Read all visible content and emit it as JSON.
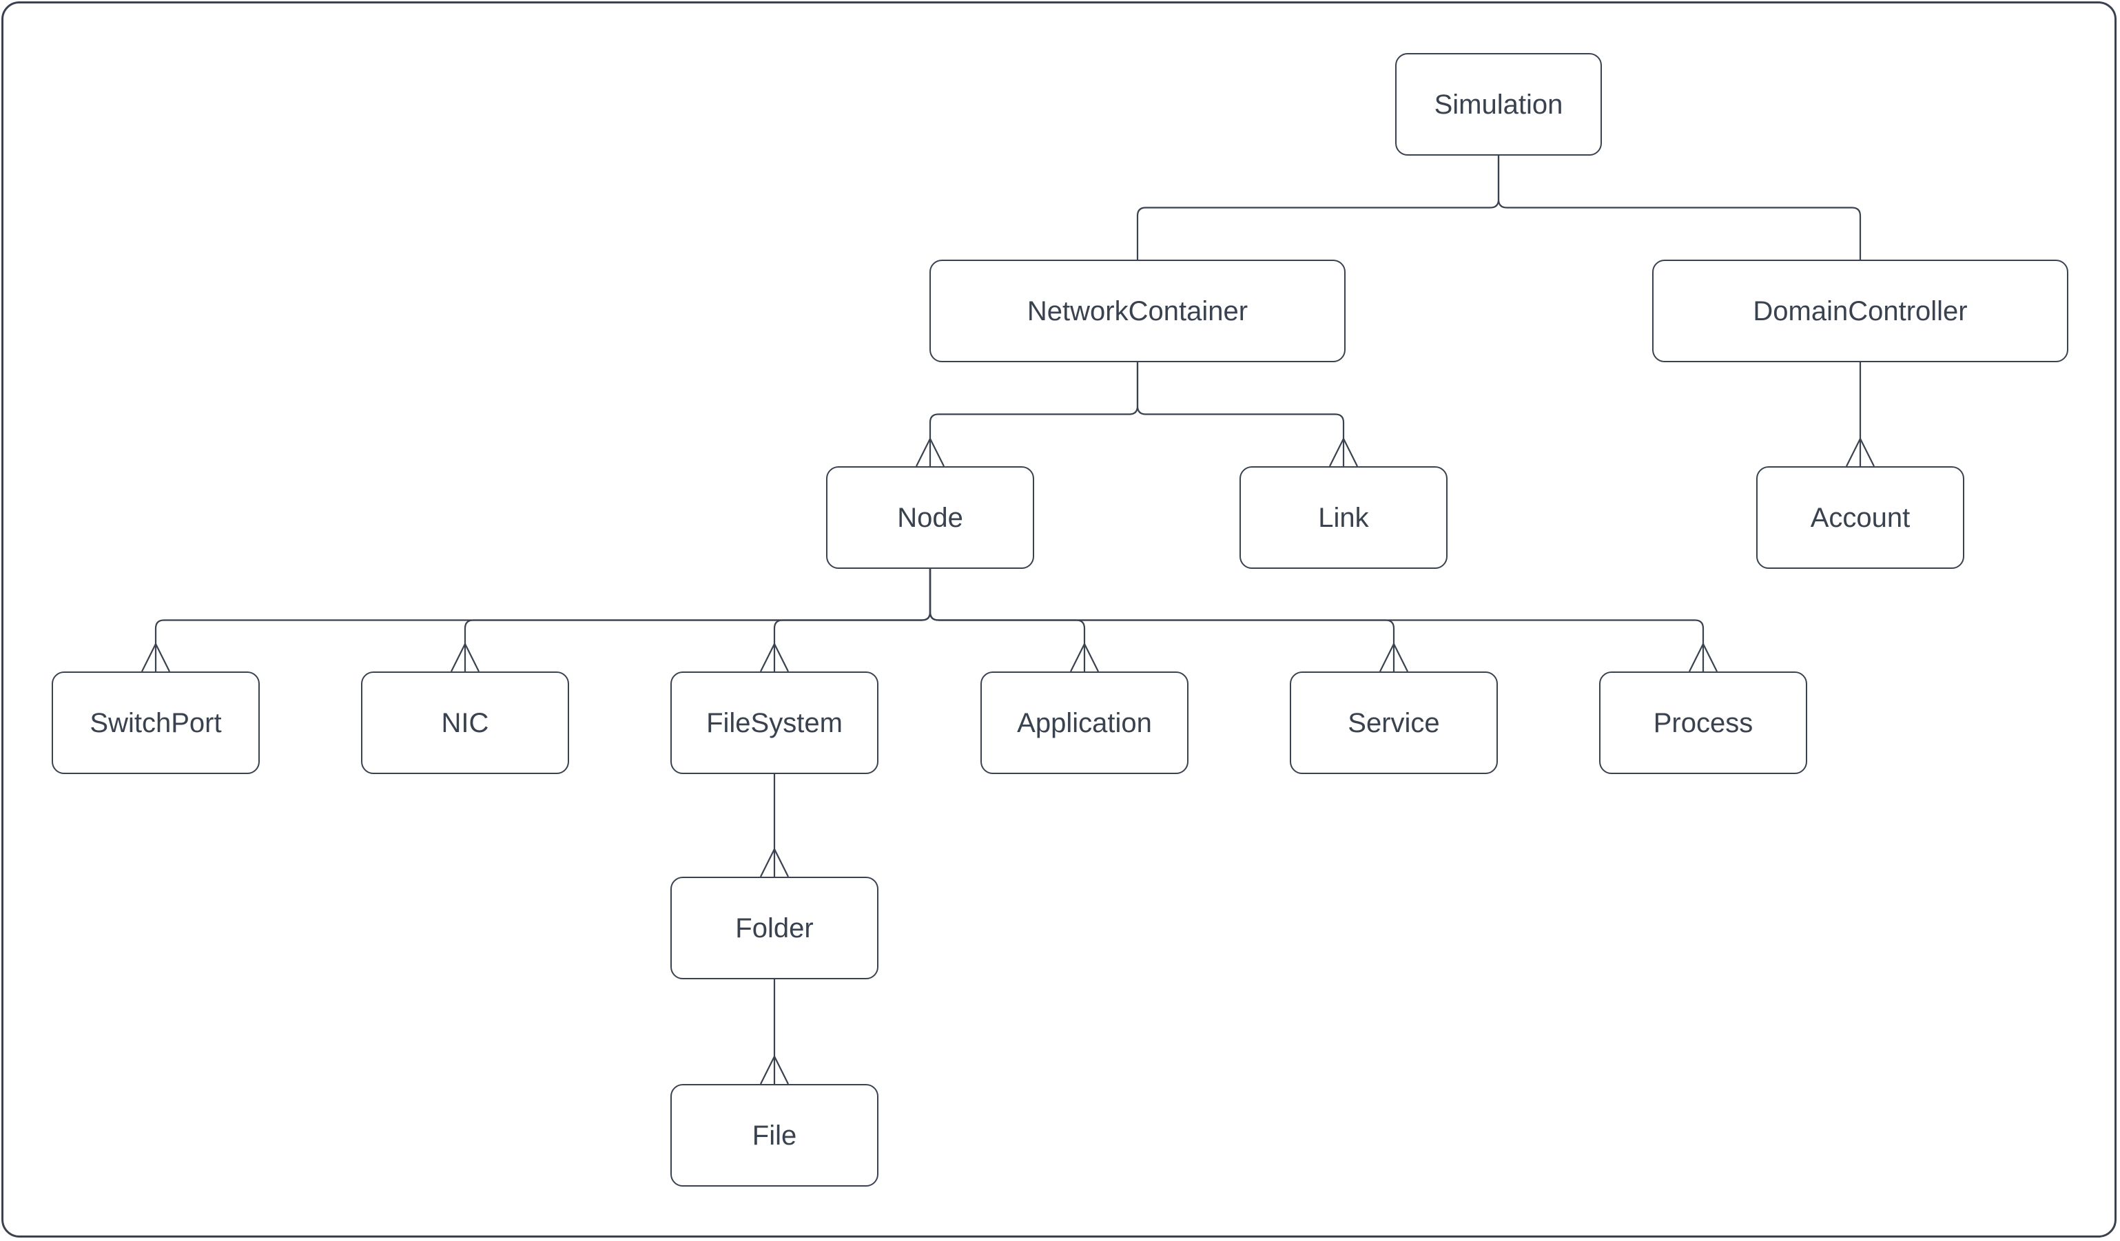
{
  "diagram": {
    "kind": "class-hierarchy-tree",
    "colors": {
      "ink": "#39424E",
      "background": "#FFFFFF"
    },
    "nodes": [
      {
        "id": "simulation",
        "label": "Simulation"
      },
      {
        "id": "network-container",
        "label": "NetworkContainer"
      },
      {
        "id": "domain-controller",
        "label": "DomainController"
      },
      {
        "id": "node",
        "label": "Node"
      },
      {
        "id": "link",
        "label": "Link"
      },
      {
        "id": "account",
        "label": "Account"
      },
      {
        "id": "switch-port",
        "label": "SwitchPort"
      },
      {
        "id": "nic",
        "label": "NIC"
      },
      {
        "id": "file-system",
        "label": "FileSystem"
      },
      {
        "id": "application",
        "label": "Application"
      },
      {
        "id": "service",
        "label": "Service"
      },
      {
        "id": "process",
        "label": "Process"
      },
      {
        "id": "folder",
        "label": "Folder"
      },
      {
        "id": "file",
        "label": "File"
      }
    ],
    "edges": [
      {
        "from": "simulation",
        "to": "network-container",
        "arrowhead": false
      },
      {
        "from": "simulation",
        "to": "domain-controller",
        "arrowhead": false
      },
      {
        "from": "network-container",
        "to": "node",
        "arrowhead": true
      },
      {
        "from": "network-container",
        "to": "link",
        "arrowhead": true
      },
      {
        "from": "domain-controller",
        "to": "account",
        "arrowhead": true
      },
      {
        "from": "node",
        "to": "switch-port",
        "arrowhead": true
      },
      {
        "from": "node",
        "to": "nic",
        "arrowhead": true
      },
      {
        "from": "node",
        "to": "file-system",
        "arrowhead": true
      },
      {
        "from": "node",
        "to": "application",
        "arrowhead": true
      },
      {
        "from": "node",
        "to": "service",
        "arrowhead": true
      },
      {
        "from": "node",
        "to": "process",
        "arrowhead": true
      },
      {
        "from": "file-system",
        "to": "folder",
        "arrowhead": true
      },
      {
        "from": "folder",
        "to": "file",
        "arrowhead": true
      }
    ]
  }
}
